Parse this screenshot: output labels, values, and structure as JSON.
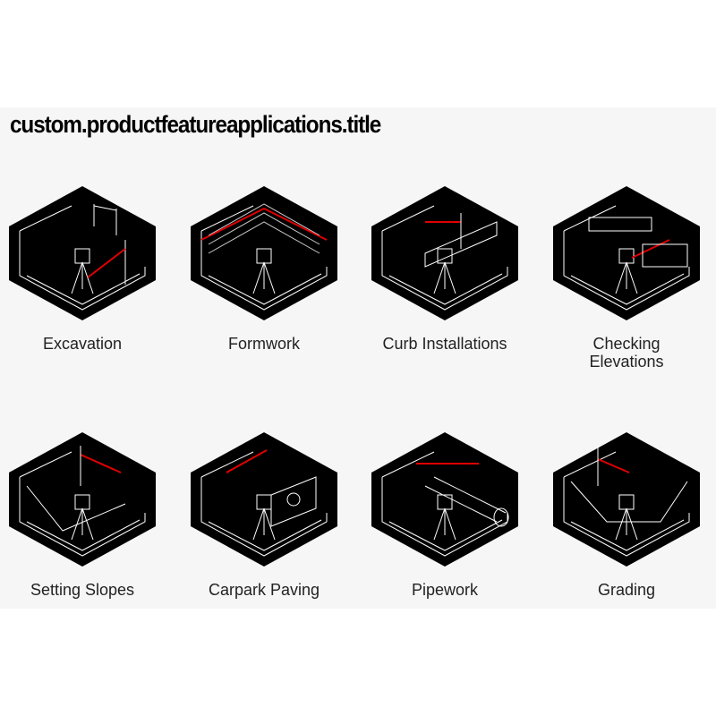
{
  "title": "custom.productfeatureapplications.title",
  "applications": [
    {
      "label": "Excavation",
      "icon": "excavation-icon"
    },
    {
      "label": "Formwork",
      "icon": "formwork-icon"
    },
    {
      "label": "Curb Installations",
      "icon": "curb-installations-icon"
    },
    {
      "label": "Checking\nElevations",
      "icon": "checking-elevations-icon"
    },
    {
      "label": "Setting Slopes",
      "icon": "setting-slopes-icon"
    },
    {
      "label": "Carpark Paving",
      "icon": "carpark-paving-icon"
    },
    {
      "label": "Pipework",
      "icon": "pipework-icon"
    },
    {
      "label": "Grading",
      "icon": "grading-icon"
    }
  ],
  "colors": {
    "laser": "#e00000",
    "hex": "#000000",
    "line": "#ffffff"
  }
}
